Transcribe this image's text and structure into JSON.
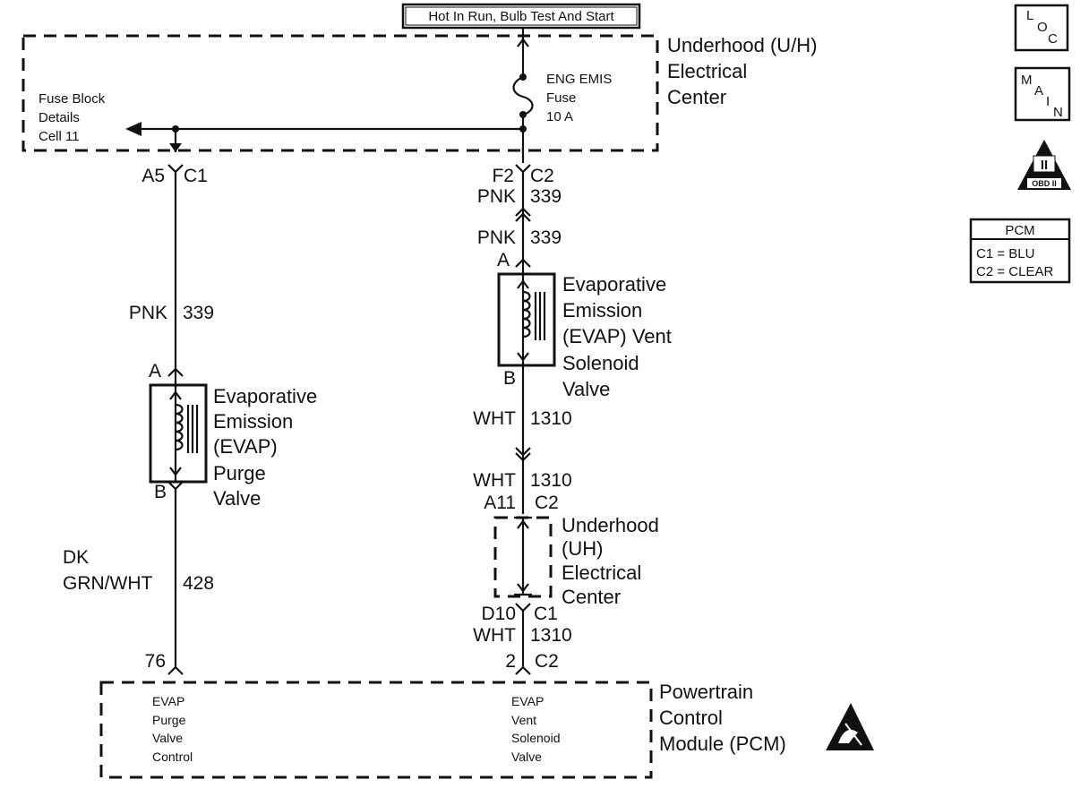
{
  "header": {
    "power_label": "Hot In Run, Bulb Test And Start"
  },
  "uh_center": {
    "title": [
      "Underhood (U/H)",
      "Electrical",
      "Center"
    ],
    "fuse_block_details": [
      "Fuse Block",
      "Details",
      "Cell 11"
    ],
    "fuse": [
      "ENG EMIS",
      "Fuse",
      "10 A"
    ]
  },
  "left_circuit": {
    "connector": {
      "pin": "A5",
      "id": "C1"
    },
    "wire_top": {
      "color": "PNK",
      "number": "339"
    },
    "purge_valve": {
      "pin_a": "A",
      "pin_b": "B",
      "name": [
        "Evaporative",
        "Emission",
        "(EVAP)",
        "Purge",
        "Valve"
      ]
    },
    "wire_bottom": {
      "color_line1": "DK",
      "color_line2": "GRN/WHT",
      "number": "428"
    },
    "pcm_pin": "76"
  },
  "right_circuit": {
    "connector_top": {
      "pin": "F2",
      "id": "C2"
    },
    "wire_1": {
      "color": "PNK",
      "number": "339"
    },
    "wire_2": {
      "color": "PNK",
      "number": "339"
    },
    "vent_solenoid": {
      "pin_a": "A",
      "pin_b": "B",
      "name": [
        "Evaporative",
        "Emission",
        "(EVAP) Vent",
        "Solenoid",
        "Valve"
      ]
    },
    "wire_3": {
      "color": "WHT",
      "number": "1310"
    },
    "wire_4": {
      "color": "WHT",
      "number": "1310"
    },
    "uh_connector_top": {
      "pin": "A11",
      "id": "C2"
    },
    "uh_center_2": {
      "name": [
        "Underhood",
        "(UH)",
        "Electrical",
        "Center"
      ]
    },
    "uh_connector_bottom": {
      "pin": "D10",
      "id": "C1"
    },
    "wire_5": {
      "color": "WHT",
      "number": "1310"
    },
    "pcm_pin": {
      "pin": "2",
      "id": "C2"
    }
  },
  "pcm": {
    "title": [
      "Powertrain",
      "Control",
      "Module (PCM)"
    ],
    "purge_control": [
      "EVAP",
      "Purge",
      "Valve",
      "Control"
    ],
    "vent_control": [
      "EVAP",
      "Vent",
      "Solenoid",
      "Valve"
    ]
  },
  "side_badges": {
    "loc": [
      "L",
      "O",
      "C"
    ],
    "main": [
      "M",
      "A",
      "I",
      "N"
    ],
    "obd": {
      "numeral": "II",
      "label": "OBD II"
    },
    "pcm_legend": {
      "title": "PCM",
      "rows": [
        "C1 = BLU",
        "C2 = CLEAR"
      ]
    }
  }
}
